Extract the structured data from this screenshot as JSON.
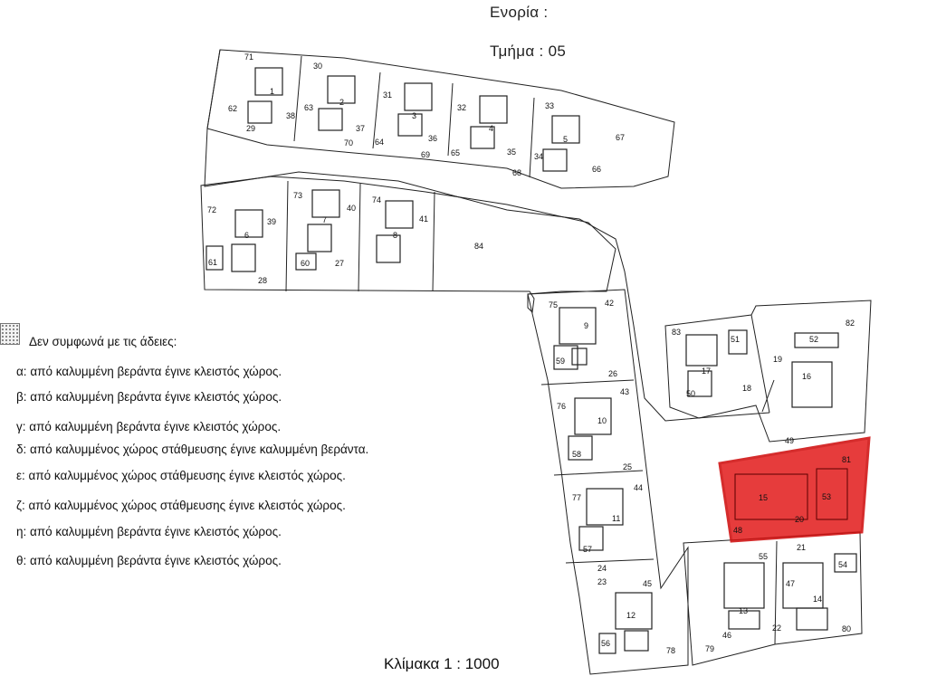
{
  "header": {
    "parish": "Ενορία  :",
    "section": "Τμήμα   : 05"
  },
  "legend": {
    "title": "Δεν συμφωνά με τις άδειες:",
    "items": [
      {
        "key": "α:",
        "text": "από καλυμμένη βεράντα έγινε κλειστός χώρος."
      },
      {
        "key": "β:",
        "text": "από καλυμμένη βεράντα έγινε κλειστός χώρος."
      },
      {
        "key": "γ:",
        "text": "από καλυμμένη βεράντα έγινε κλειστός χώρος."
      },
      {
        "key": "δ:",
        "text": "από καλυμμένος χώρος στάθμευσης έγινε καλυμμένη βεράντα."
      },
      {
        "key": "ε:",
        "text": "από καλυμμένος χώρος στάθμευσης έγινε κλειστός χώρος."
      },
      {
        "key": "ζ:",
        "text": "από καλυμμένος χώρος στάθμευσης έγινε κλειστός χώρος."
      },
      {
        "key": "η:",
        "text": "από καλυμμένη βεράντα έγινε κλειστός χώρος."
      },
      {
        "key": "θ:",
        "text": "από καλυμμένη βεράντα έγινε κλειστός χώρος."
      }
    ]
  },
  "scale": "Κλίμακα  1 : 1000",
  "highlight_color": "#e32222",
  "plots": {
    "p71": "71",
    "p30": "30",
    "p31": "31",
    "p32": "32",
    "p33": "33",
    "p1": "1",
    "p2": "2",
    "p3": "3",
    "p4": "4",
    "p5": "5",
    "p62": "62",
    "p63": "63",
    "p38": "38",
    "p37": "37",
    "p36": "36",
    "p35": "35",
    "p34": "34",
    "p29": "29",
    "p70": "70",
    "p64": "64",
    "p69": "69",
    "p65": "65",
    "p68": "68",
    "p66": "66",
    "p67": "67",
    "p72": "72",
    "p73": "73",
    "p74": "74",
    "p39": "39",
    "p40": "40",
    "p41": "41",
    "p6": "6",
    "p7": "7",
    "p8": "8",
    "p84": "84",
    "p61": "61",
    "p60": "60",
    "p27": "27",
    "p28": "28",
    "p75": "75",
    "p42": "42",
    "p9": "9",
    "p59": "59",
    "p26": "26",
    "p76": "76",
    "p43": "43",
    "p10": "10",
    "p58": "58",
    "p25": "25",
    "p77": "77",
    "p44": "44",
    "p11": "11",
    "p57": "57",
    "p24": "24",
    "p23": "23",
    "p45": "45",
    "p12": "12",
    "p56": "56",
    "p78": "78",
    "p83": "83",
    "p51": "51",
    "p17": "17",
    "p50": "50",
    "p18": "18",
    "p19": "19",
    "p82": "82",
    "p52": "52",
    "p16": "16",
    "p49": "49",
    "p81": "81",
    "p15": "15",
    "p53": "53",
    "p48": "48",
    "p20": "20",
    "p21": "21",
    "p55": "55",
    "p46": "46",
    "p13": "13",
    "p79": "79",
    "p22": "22",
    "p47": "47",
    "p14": "14",
    "p54": "54",
    "p80": "80"
  }
}
